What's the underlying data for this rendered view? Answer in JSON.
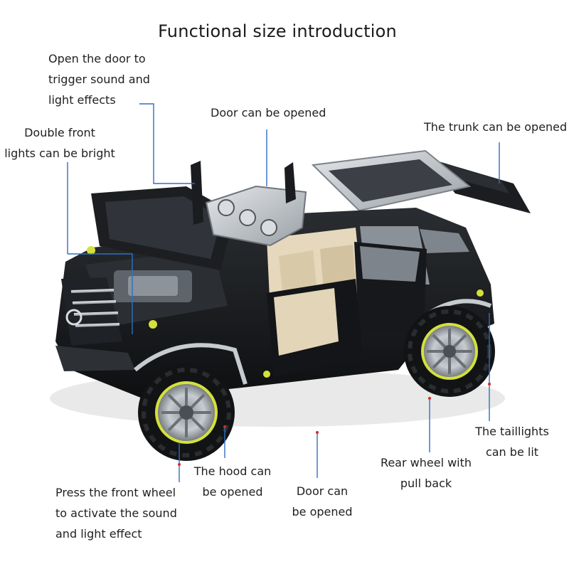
{
  "title": "Functional size introduction",
  "colors": {
    "leader_line": "#2f6fc4",
    "body": "#15171a",
    "silver": "#b9bec4",
    "interior": "#e8dcc2",
    "rim_accent": "#d4e13a",
    "marker": "#d62b2b"
  },
  "callouts": {
    "door_sound": [
      "Open the door to",
      "trigger sound and",
      "light effects"
    ],
    "door_top": [
      "Door can be opened"
    ],
    "trunk": [
      "The trunk can be opened"
    ],
    "front_lights": [
      "Double front",
      "lights can be bright"
    ],
    "taillights": [
      "The taillights",
      "can be lit"
    ],
    "rear_wheel": [
      "Rear wheel with",
      "pull back"
    ],
    "hood": [
      "The hood can",
      "be opened"
    ],
    "door_bottom": [
      "Door can",
      "be opened"
    ],
    "front_wheel": [
      "Press the front wheel",
      "to activate the sound",
      "and light effect"
    ]
  }
}
